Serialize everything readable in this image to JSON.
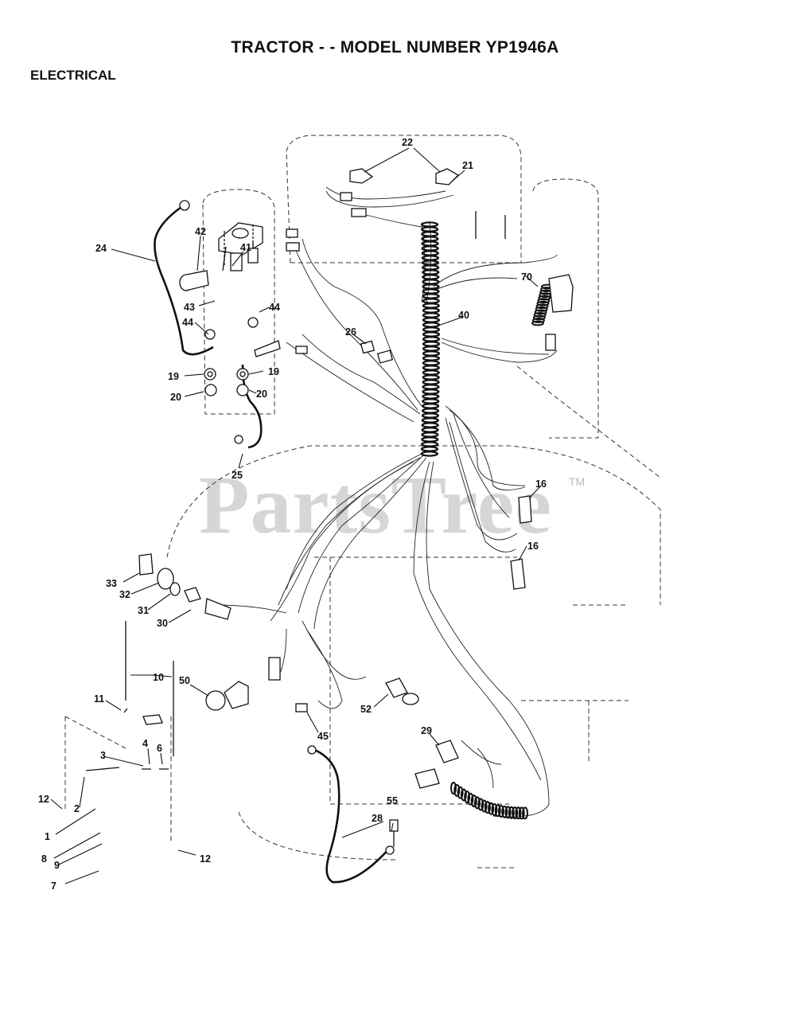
{
  "header": {
    "title": "TRACTOR - - MODEL NUMBER YP1946A",
    "section": "ELECTRICAL"
  },
  "watermark": {
    "text": "PartsTree",
    "mark": "TM"
  },
  "callouts": [
    "22",
    "21",
    "24",
    "42",
    "41",
    "43",
    "44",
    "44",
    "70",
    "40",
    "26",
    "19",
    "19",
    "20",
    "20",
    "25",
    "16",
    "16",
    "33",
    "32",
    "31",
    "30",
    "10",
    "50",
    "11",
    "52",
    "45",
    "29",
    "3",
    "4",
    "6",
    "12",
    "2",
    "55",
    "28",
    "1",
    "8",
    "9",
    "7",
    "12"
  ]
}
